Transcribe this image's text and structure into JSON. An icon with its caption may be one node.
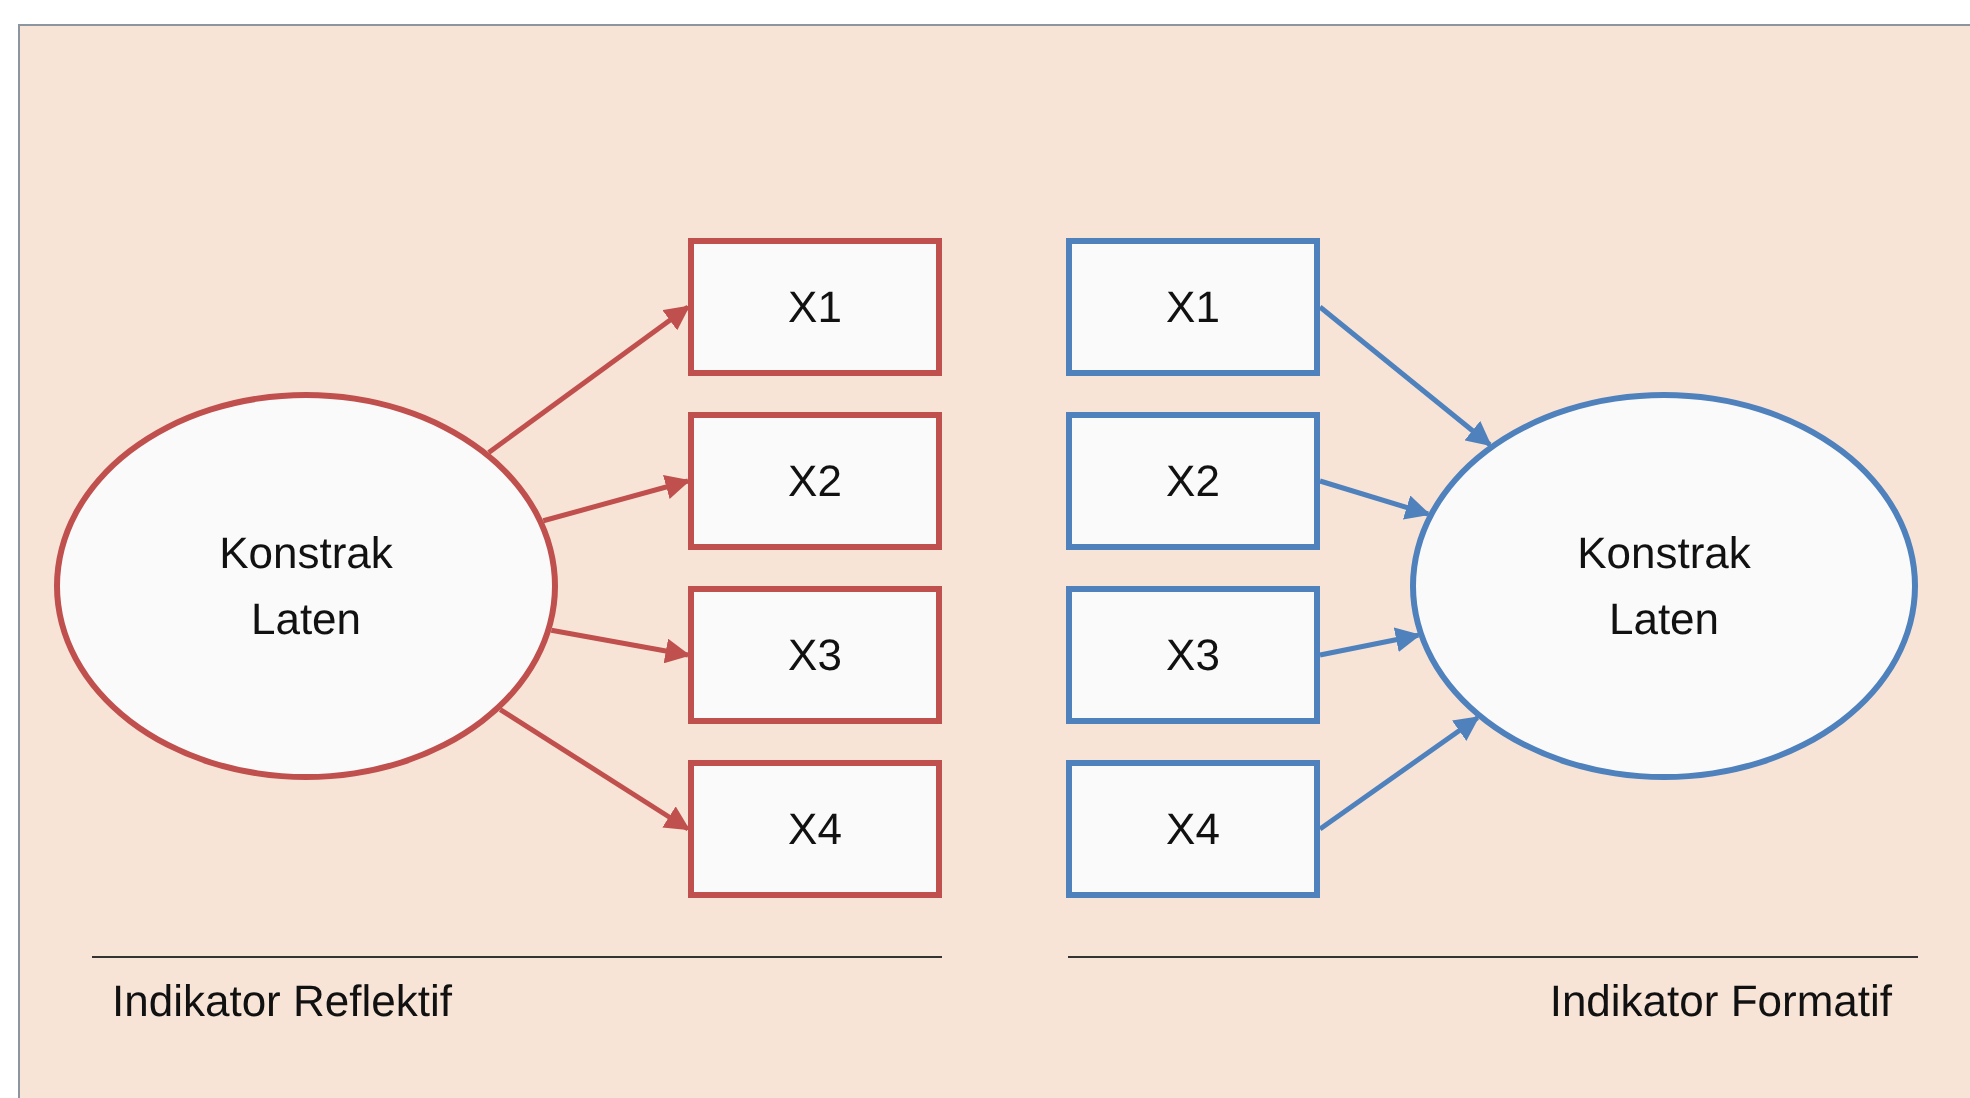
{
  "diagram": {
    "nodes": [
      {
        "text": [
          "Konstrak Laten"
        ]
      },
      {
        "text": [
          "X1"
        ]
      },
      {
        "text": [
          "X2"
        ]
      },
      {
        "text": [
          "X3"
        ]
      },
      {
        "text": [
          "X4"
        ]
      },
      {
        "text": [
          "X1"
        ]
      },
      {
        "text": [
          "X2"
        ]
      },
      {
        "text": [
          "X3"
        ]
      },
      {
        "text": [
          "X4"
        ]
      },
      {
        "text": [
          "Konstrak Laten"
        ]
      }
    ],
    "edges": [
      {
        "from": 0,
        "to": 1,
        "arrow": "to",
        "color": "#c0504d"
      },
      {
        "from": 0,
        "to": 2,
        "arrow": "to",
        "color": "#c0504d"
      },
      {
        "from": 0,
        "to": 3,
        "arrow": "to",
        "color": "#c0504d"
      },
      {
        "from": 0,
        "to": 4,
        "arrow": "to",
        "color": "#c0504d"
      },
      {
        "from": 5,
        "to": 9,
        "arrow": "to",
        "color": "#4f81bd"
      },
      {
        "from": 6,
        "to": 9,
        "arrow": "to",
        "color": "#4f81bd"
      },
      {
        "from": 7,
        "to": 9,
        "arrow": "to",
        "color": "#4f81bd"
      },
      {
        "from": 8,
        "to": 9,
        "arrow": "to",
        "color": "#4f81bd"
      }
    ],
    "labels": [
      "Indikator Reflektif",
      "Indikator Formatif"
    ]
  }
}
